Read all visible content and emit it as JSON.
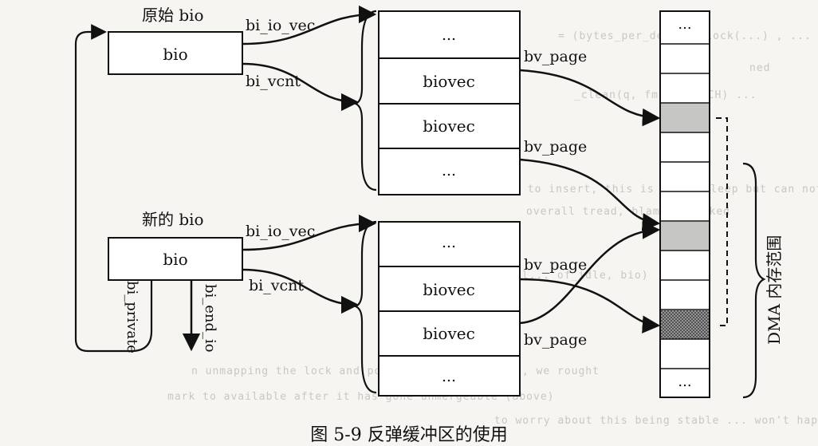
{
  "diagram": {
    "original_bio": {
      "title": "原始 bio",
      "box_label": "bio",
      "field_io_vec": "bi_io_vec",
      "field_vcnt": "bi_vcnt"
    },
    "new_bio": {
      "title": "新的 bio",
      "box_label": "bio",
      "field_io_vec": "bi_io_vec",
      "field_vcnt": "bi_vcnt",
      "field_private": "bi_private",
      "field_end_io": "bi_end_io"
    },
    "vec_table_top": [
      "...",
      "biovec",
      "biovec",
      "..."
    ],
    "vec_table_bottom": [
      "...",
      "biovec",
      "biovec",
      "..."
    ],
    "bv_page_label": "bv_page",
    "memory_column": {
      "top_label": "...",
      "bottom_label": "..."
    },
    "dma_label": "DMA 内存范围",
    "caption": "图 5-9   反弹缓冲区的使用"
  },
  "background_text": [
    "= (bytes_per_dev_at_block(...) , ...",
    "ned",
    "_clean(q, fmt, ATTACH) ...",
    "e fail to insert, this is ninth sleep but can not fail,",
    "overall tread, blame unlocked",
    "queue_w_unit(l... of_idle, bio)",
    "n unmapping the lock and possibly sleeping here, we rought",
    "mark to available after it has gone unmergeable (above)",
    "to worry about this being stable ... won't happen"
  ]
}
